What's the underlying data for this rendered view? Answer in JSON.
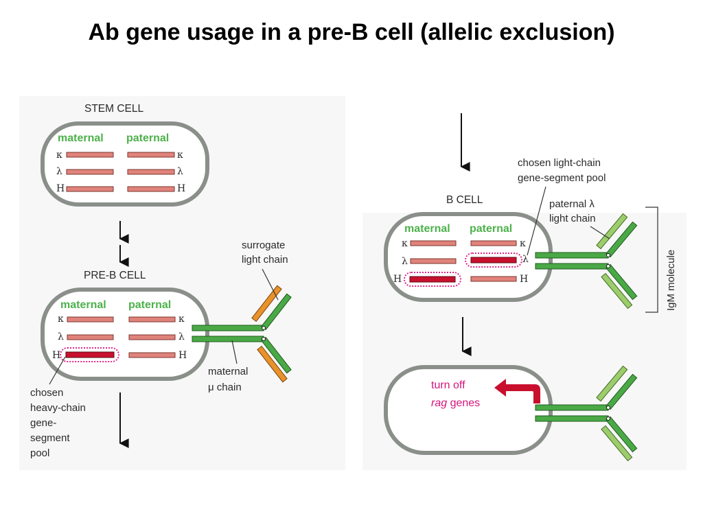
{
  "title": "Ab gene usage in a pre-B cell (allelic exclusion)",
  "colors": {
    "gene_segment": "#e0837a",
    "chosen_segment": "#c8102e",
    "chain_green": "#4aa946",
    "chain_light_green": "#9dcc6c",
    "surrogate_orange": "#e8922a",
    "cell_outline": "#8a8f8a",
    "highlight_magenta": "#e02288",
    "allele_label_green": "#4cb14a"
  },
  "stem_cell": {
    "label": "STEM CELL",
    "maternal": "maternal",
    "paternal": "paternal",
    "loci": [
      "κ",
      "λ",
      "H"
    ]
  },
  "pre_b_cell": {
    "label": "PRE-B CELL",
    "maternal": "maternal",
    "paternal": "paternal",
    "loci": [
      "κ",
      "λ",
      "H"
    ],
    "surrogate_label_1": "surrogate",
    "surrogate_label_2": "light chain",
    "mu_label_1": "maternal",
    "mu_label_2": "μ chain",
    "chosen_1": "chosen",
    "chosen_2": "heavy-chain",
    "chosen_3": "gene-",
    "chosen_4": "segment",
    "chosen_5": "pool"
  },
  "b_cell": {
    "label": "B CELL",
    "maternal": "maternal",
    "paternal": "paternal",
    "loci": [
      "κ",
      "λ",
      "H"
    ],
    "pool_label_1": "chosen light-chain",
    "pool_label_2": "gene-segment pool",
    "paternal_l_1": "paternal λ",
    "paternal_l_2": "light chain",
    "igm_label": "IgM molecule"
  },
  "final_cell": {
    "turn_off_1": "turn off",
    "turn_off_2a": "rag",
    "turn_off_2b": " genes"
  }
}
